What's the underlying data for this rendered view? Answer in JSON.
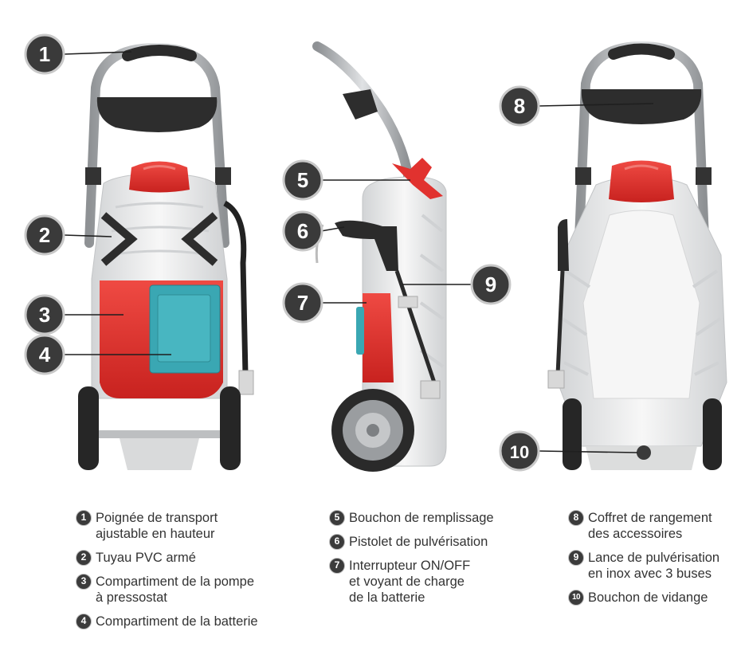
{
  "callouts": [
    {
      "id": "1",
      "label": "1"
    },
    {
      "id": "2",
      "label": "2"
    },
    {
      "id": "3",
      "label": "3"
    },
    {
      "id": "4",
      "label": "4"
    },
    {
      "id": "5",
      "label": "5"
    },
    {
      "id": "6",
      "label": "6"
    },
    {
      "id": "7",
      "label": "7"
    },
    {
      "id": "8",
      "label": "8"
    },
    {
      "id": "9",
      "label": "9"
    },
    {
      "id": "10",
      "label": "10"
    }
  ],
  "legend": [
    {
      "num": "1",
      "text": "Poignée de transport\najustable en hauteur"
    },
    {
      "num": "2",
      "text": "Tuyau PVC armé"
    },
    {
      "num": "3",
      "text": "Compartiment de la pompe\nà pressostat"
    },
    {
      "num": "4",
      "text": "Compartiment de la batterie"
    },
    {
      "num": "5",
      "text": "Bouchon de remplissage"
    },
    {
      "num": "6",
      "text": "Pistolet de pulvérisation"
    },
    {
      "num": "7",
      "text": "Interrupteur ON/OFF\net voyant de charge\nde la batterie"
    },
    {
      "num": "8",
      "text": "Coffret de rangement\ndes accessoires"
    },
    {
      "num": "9",
      "text": "Lance de pulvérisation\nen inox avec 3 buses"
    },
    {
      "num": "10",
      "text": "Bouchon de vidange"
    }
  ],
  "colors": {
    "red": "#e1322f",
    "teal": "#3aa7b3",
    "dark": "#2e2e2e",
    "metal": "#b5b8bb",
    "body": "#ebebeb"
  }
}
